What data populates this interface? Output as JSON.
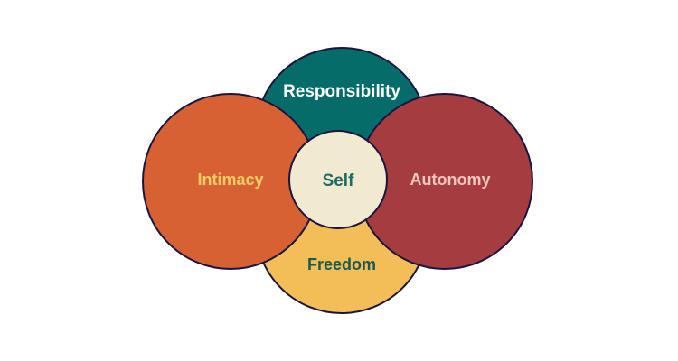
{
  "diagram": {
    "center": {
      "label": "Self",
      "fill": "#f1ead0",
      "text_color": "#1c6b66"
    },
    "top": {
      "label": "Responsibility",
      "fill": "#066c6a",
      "text_color": "#ffffff"
    },
    "bottom": {
      "label": "Freedom",
      "fill": "#f3bd58",
      "text_color": "#1c5a50"
    },
    "left": {
      "label": "Intimacy",
      "fill": "#d76133",
      "text_color": "#f7cd62"
    },
    "right": {
      "label": "Autonomy",
      "fill": "#a53d40",
      "text_color": "#f6c5bf"
    },
    "outline_color": "#1a1440"
  }
}
